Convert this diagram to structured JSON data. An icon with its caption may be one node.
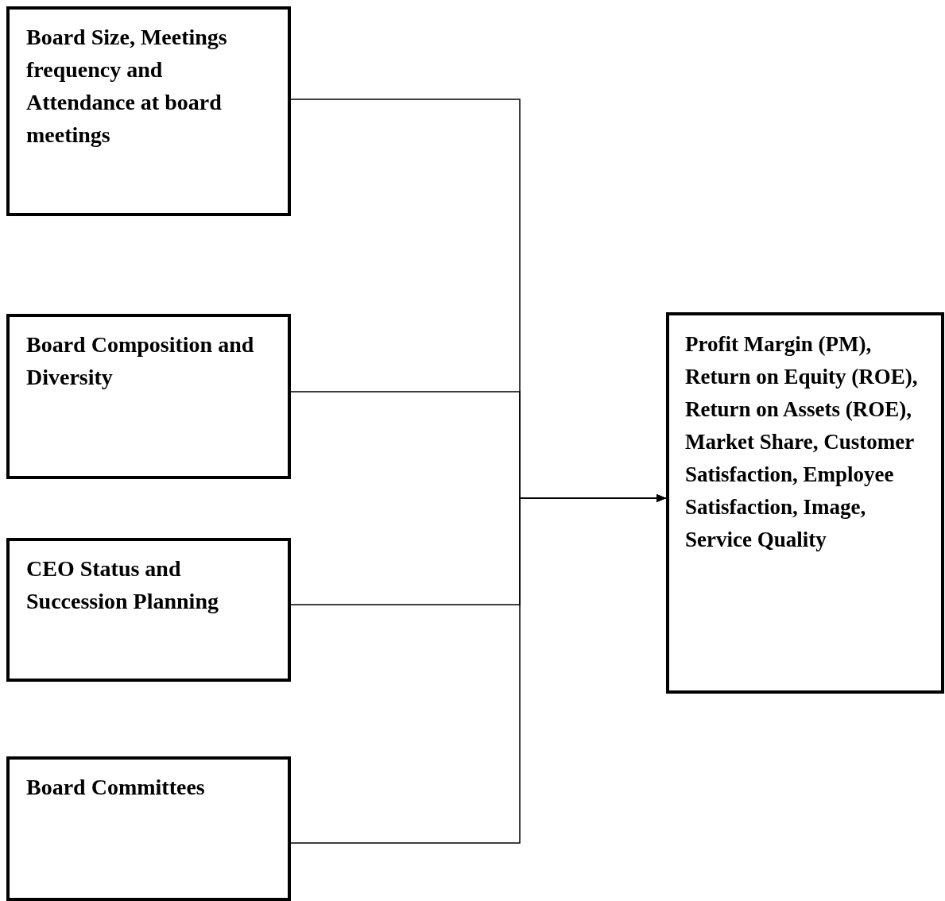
{
  "diagram": {
    "nodes": [
      {
        "text": [
          "Board Size, Meetings frequency and Attendance at board meetings"
        ]
      },
      {
        "text": [
          "Board Composition and Diversity"
        ]
      },
      {
        "text": [
          "CEO Status and Succession Planning"
        ]
      },
      {
        "text": [
          "Board Committees"
        ]
      },
      {
        "text": [
          "Profit Margin (PM), Return on Equity (ROE), Return on Assets (ROE), Market Share, Customer Satisfaction, Employee Satisfaction, Image, Service Quality"
        ]
      }
    ],
    "edges": [
      {
        "from": 0,
        "to": 4,
        "arrow": "to"
      },
      {
        "from": 1,
        "to": 4,
        "arrow": "to"
      },
      {
        "from": 2,
        "to": 4,
        "arrow": "to"
      },
      {
        "from": 3,
        "to": 4,
        "arrow": "to"
      }
    ]
  }
}
